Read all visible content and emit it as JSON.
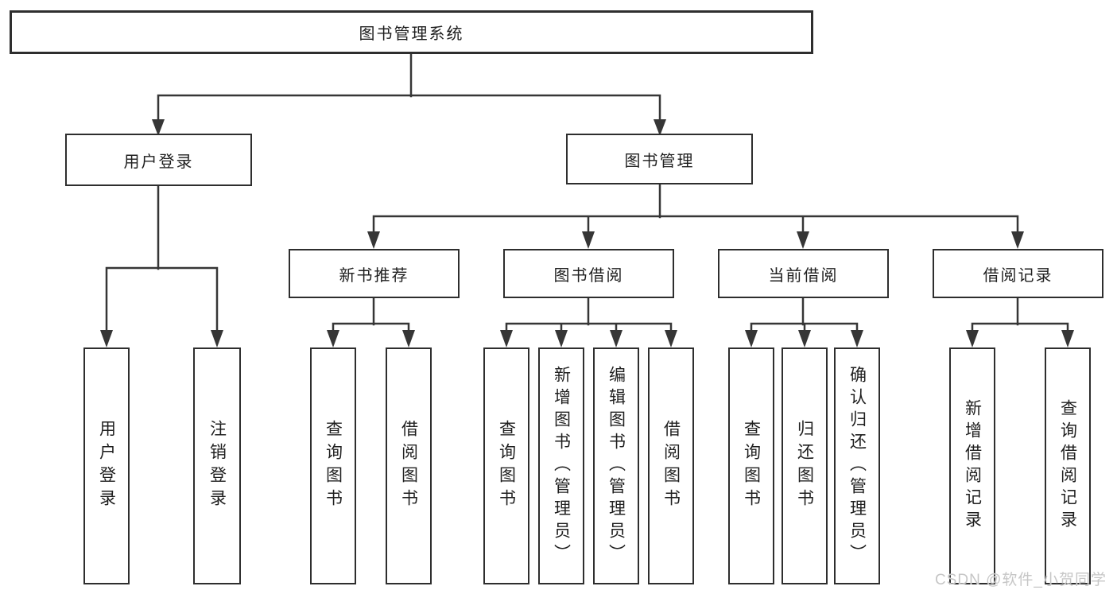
{
  "diagram": {
    "root": {
      "label": "图书管理系统"
    },
    "level2": [
      {
        "label": "用户登录"
      },
      {
        "label": "图书管理"
      }
    ],
    "level3": [
      {
        "label": "新书推荐"
      },
      {
        "label": "图书借阅"
      },
      {
        "label": "当前借阅"
      },
      {
        "label": "借阅记录"
      }
    ],
    "leaves": {
      "user_login": [
        "用户登录",
        "注销登录"
      ],
      "new_book": [
        "查询图书",
        "借阅图书"
      ],
      "book_borrow": [
        "查询图书",
        "新增图书（管理员）",
        "编辑图书（管理员）",
        "借阅图书"
      ],
      "current_borrow": [
        "查询图书",
        "归还图书",
        "确认归还（管理员）"
      ],
      "borrow_record": [
        "新增借阅记录",
        "查询借阅记录"
      ]
    }
  },
  "watermark": {
    "text": "CSDN @软件_小贺同学"
  },
  "colors": {
    "line": "#363636",
    "box_border": "#2e2e2e",
    "text": "#1f1f1f",
    "watermark": "#c6c6c6",
    "background": "#ffffff"
  }
}
